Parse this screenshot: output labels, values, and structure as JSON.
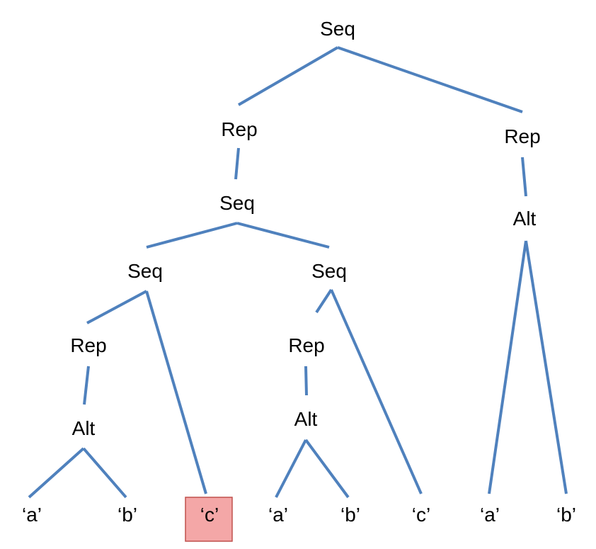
{
  "diagram": {
    "line_color": "#4f81bd",
    "highlight_fill": "#f4a7a7",
    "highlight_stroke": "#c0504d",
    "nodes": [
      {
        "id": "n0",
        "label": "Seq"
      },
      {
        "id": "n1",
        "label": "Rep"
      },
      {
        "id": "n2",
        "label": "Rep"
      },
      {
        "id": "n3",
        "label": "Seq"
      },
      {
        "id": "n4",
        "label": "Alt"
      },
      {
        "id": "n5",
        "label": "Seq"
      },
      {
        "id": "n6",
        "label": "Seq"
      },
      {
        "id": "n7",
        "label": "Rep"
      },
      {
        "id": "n8",
        "label": "Rep"
      },
      {
        "id": "n9",
        "label": "Alt"
      },
      {
        "id": "n10",
        "label": "Alt"
      },
      {
        "id": "n11",
        "label": "‘a’"
      },
      {
        "id": "n12",
        "label": "‘b’"
      },
      {
        "id": "n13",
        "label": "‘c’",
        "highlighted": true
      },
      {
        "id": "n14",
        "label": "‘a’"
      },
      {
        "id": "n15",
        "label": "‘b’"
      },
      {
        "id": "n16",
        "label": "‘c’"
      },
      {
        "id": "n17",
        "label": "‘a’"
      },
      {
        "id": "n18",
        "label": "‘b’"
      }
    ],
    "edges": [
      [
        "n0",
        "n1"
      ],
      [
        "n0",
        "n2"
      ],
      [
        "n1",
        "n3"
      ],
      [
        "n2",
        "n4"
      ],
      [
        "n3",
        "n5"
      ],
      [
        "n3",
        "n6"
      ],
      [
        "n4",
        "n17"
      ],
      [
        "n4",
        "n18"
      ],
      [
        "n5",
        "n7"
      ],
      [
        "n5",
        "n13"
      ],
      [
        "n6",
        "n8"
      ],
      [
        "n6",
        "n16"
      ],
      [
        "n7",
        "n9"
      ],
      [
        "n8",
        "n10"
      ],
      [
        "n9",
        "n11"
      ],
      [
        "n9",
        "n12"
      ],
      [
        "n10",
        "n14"
      ],
      [
        "n10",
        "n15"
      ]
    ]
  }
}
